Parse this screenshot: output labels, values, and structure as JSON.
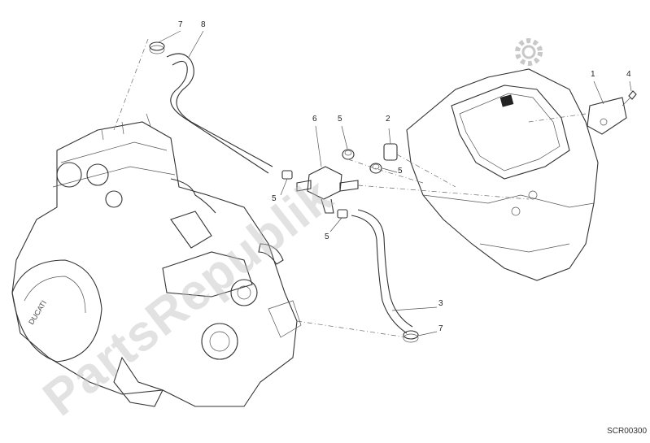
{
  "diagram": {
    "drawing_code": "SCR00300",
    "watermark_text": "PartsRepublik",
    "callouts": [
      {
        "id": "c-7-top",
        "text": "7"
      },
      {
        "id": "c-8",
        "text": "8"
      },
      {
        "id": "c-6",
        "text": "6"
      },
      {
        "id": "c-5-a",
        "text": "5"
      },
      {
        "id": "c-2",
        "text": "2"
      },
      {
        "id": "c-5-b",
        "text": "5"
      },
      {
        "id": "c-5-c",
        "text": "5"
      },
      {
        "id": "c-5-d",
        "text": "5"
      },
      {
        "id": "c-1",
        "text": "1"
      },
      {
        "id": "c-4",
        "text": "4"
      },
      {
        "id": "c-3",
        "text": "3"
      },
      {
        "id": "c-7-bottom",
        "text": "7"
      }
    ]
  }
}
